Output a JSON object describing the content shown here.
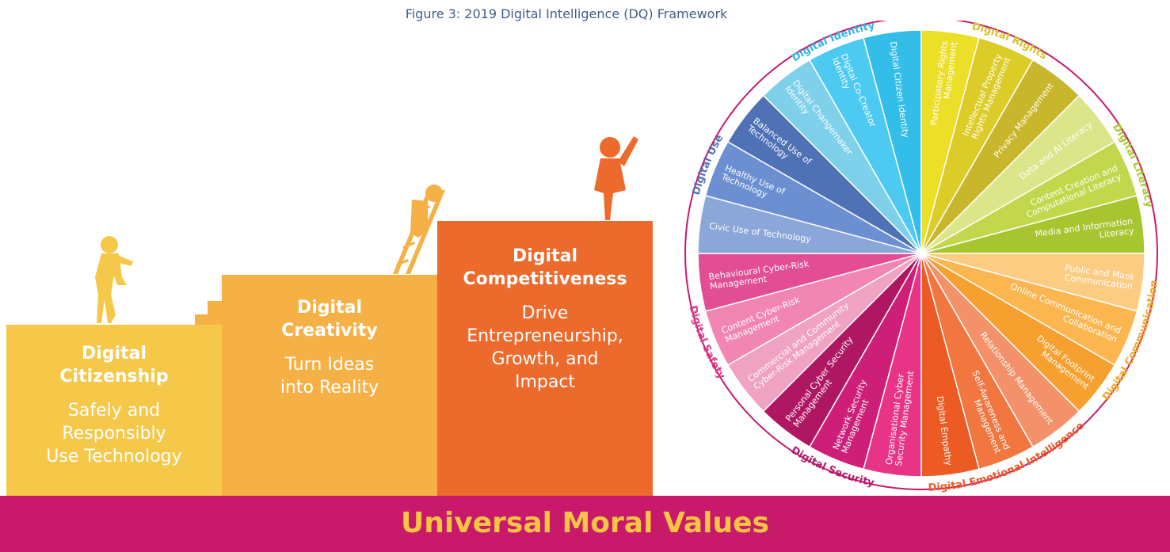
{
  "caption": "Figure 3: 2019 Digital Intelligence (DQ) Framework",
  "levels": [
    {
      "title_1": "Digital",
      "title_2": "Citizenship",
      "sub_1": "Safely and",
      "sub_2": "Responsibly",
      "sub_3": "Use Technology",
      "color": "#f5c84a"
    },
    {
      "title_1": "Digital",
      "title_2": "Creativity",
      "sub_1": "Turn Ideas",
      "sub_2": "into Reality",
      "sub_3": "",
      "color": "#f5b145"
    },
    {
      "title_1": "Digital",
      "title_2": "Competitiveness",
      "sub_1": "Drive",
      "sub_2": "Entrepreneurship,",
      "sub_3": "Growth, and",
      "sub_4": "Impact",
      "color": "#eb6a2c"
    }
  ],
  "wheel": {
    "domains": [
      {
        "name": "Digital Identity",
        "color": "#2fb8e8",
        "items": [
          "Digital Changemaker Identity",
          "Digital Co-Creator Identity",
          "Digital Citizen Identity"
        ],
        "shades": [
          "#7fd0ea",
          "#4ccaf2",
          "#33bde9"
        ]
      },
      {
        "name": "Digital Rights",
        "color": "#d6c42c",
        "items": [
          "Participatory Rights Management",
          "Intellectual Property Rights Management",
          "Privacy Management"
        ],
        "shades": [
          "#ecdf28",
          "#dccc27",
          "#c8b62d"
        ]
      },
      {
        "name": "Digital Literacy",
        "color": "#a9c92f",
        "items": [
          "Data and AI Literacy",
          "Content Creation and Computational Literacy",
          "Media and Information Literacy"
        ],
        "shades": [
          "#dbe58a",
          "#c2d74c",
          "#a6c52f"
        ]
      },
      {
        "name": "Digital Communication",
        "color": "#f5a623",
        "items": [
          "Public and Mass Communication",
          "Online Communication and Collaboration",
          "Digital Footprint Management"
        ],
        "shades": [
          "#fccc82",
          "#fbb650",
          "#f6a030"
        ]
      },
      {
        "name": "Digital Emotional Intelligence",
        "color": "#ef5a26",
        "items": [
          "Relationship Management",
          "Self-Awareness and Management",
          "Digital Empathy"
        ],
        "shades": [
          "#f3926a",
          "#f1763f",
          "#ed5b24"
        ]
      },
      {
        "name": "Digital Security",
        "color": "#b5186a",
        "items": [
          "Organisational Cyber Security Management",
          "Network Security Management",
          "Personal Cyber Security Management"
        ],
        "shades": [
          "#e83486",
          "#ce1f78",
          "#b01762"
        ]
      },
      {
        "name": "Digital Safety",
        "color": "#db3a8a",
        "items": [
          "Commercial and Community Cyber-Risk Management",
          "Content Cyber-Risk Management",
          "Behavioural Cyber-Risk Management"
        ],
        "shades": [
          "#f0a2c3",
          "#f286b2",
          "#e24d94"
        ]
      },
      {
        "name": "Digital Use",
        "color": "#4f74b8",
        "items": [
          "Civic Use of Technology",
          "Healthy Use of Technology",
          "Balanced Use of Technology"
        ],
        "shades": [
          "#8ba6d8",
          "#6b8fd0",
          "#4f72b6"
        ]
      }
    ]
  },
  "banner": "Universal Moral Values"
}
